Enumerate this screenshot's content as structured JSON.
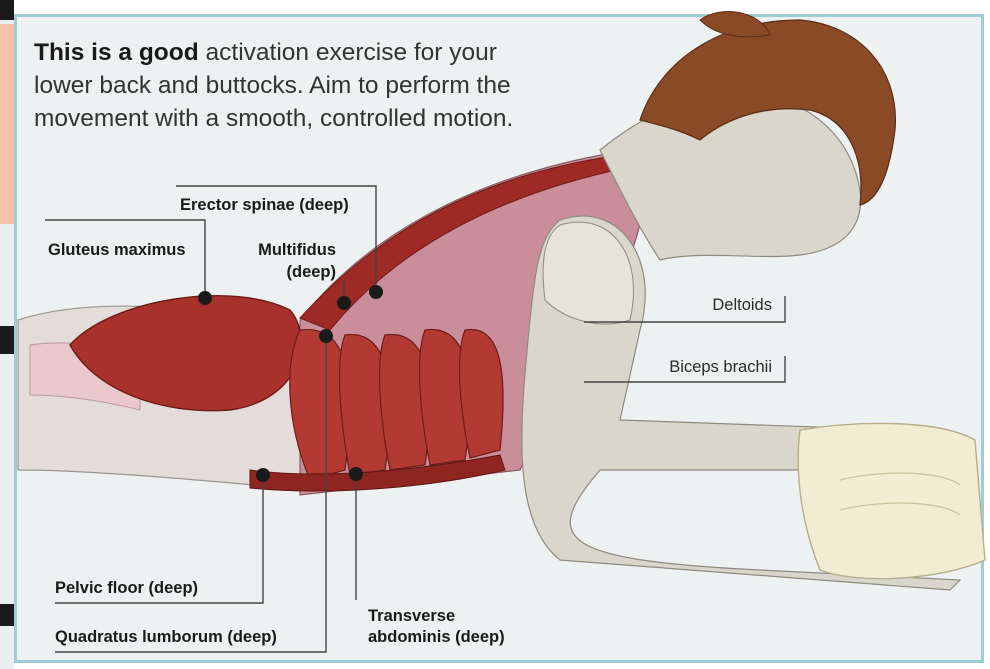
{
  "intro": {
    "lead": "This is a good",
    "text": " activation exercise for your lower back and buttocks. Aim to perform the movement with a smooth, controlled motion."
  },
  "labels": {
    "erector_spinae": "Erector spinae (deep)",
    "gluteus_maximus": "Gluteus maximus",
    "multifidus_1": "Multifidus",
    "multifidus_2": "(deep)",
    "deltoids": "Deltoids",
    "biceps_brachii": "Biceps brachii",
    "pelvic_floor": "Pelvic floor (deep)",
    "quadratus_lumborum": "Quadratus lumborum (deep)",
    "transverse_1": "Transverse",
    "transverse_2": "abdominis (deep)"
  },
  "colors": {
    "frame_border": "#9fcdd3",
    "muscle": "#9e2a25",
    "muscle_light": "#c9524c",
    "skin": "#d9d6cc",
    "hair": "#8a4a26",
    "towel": "#f2ecd2"
  }
}
